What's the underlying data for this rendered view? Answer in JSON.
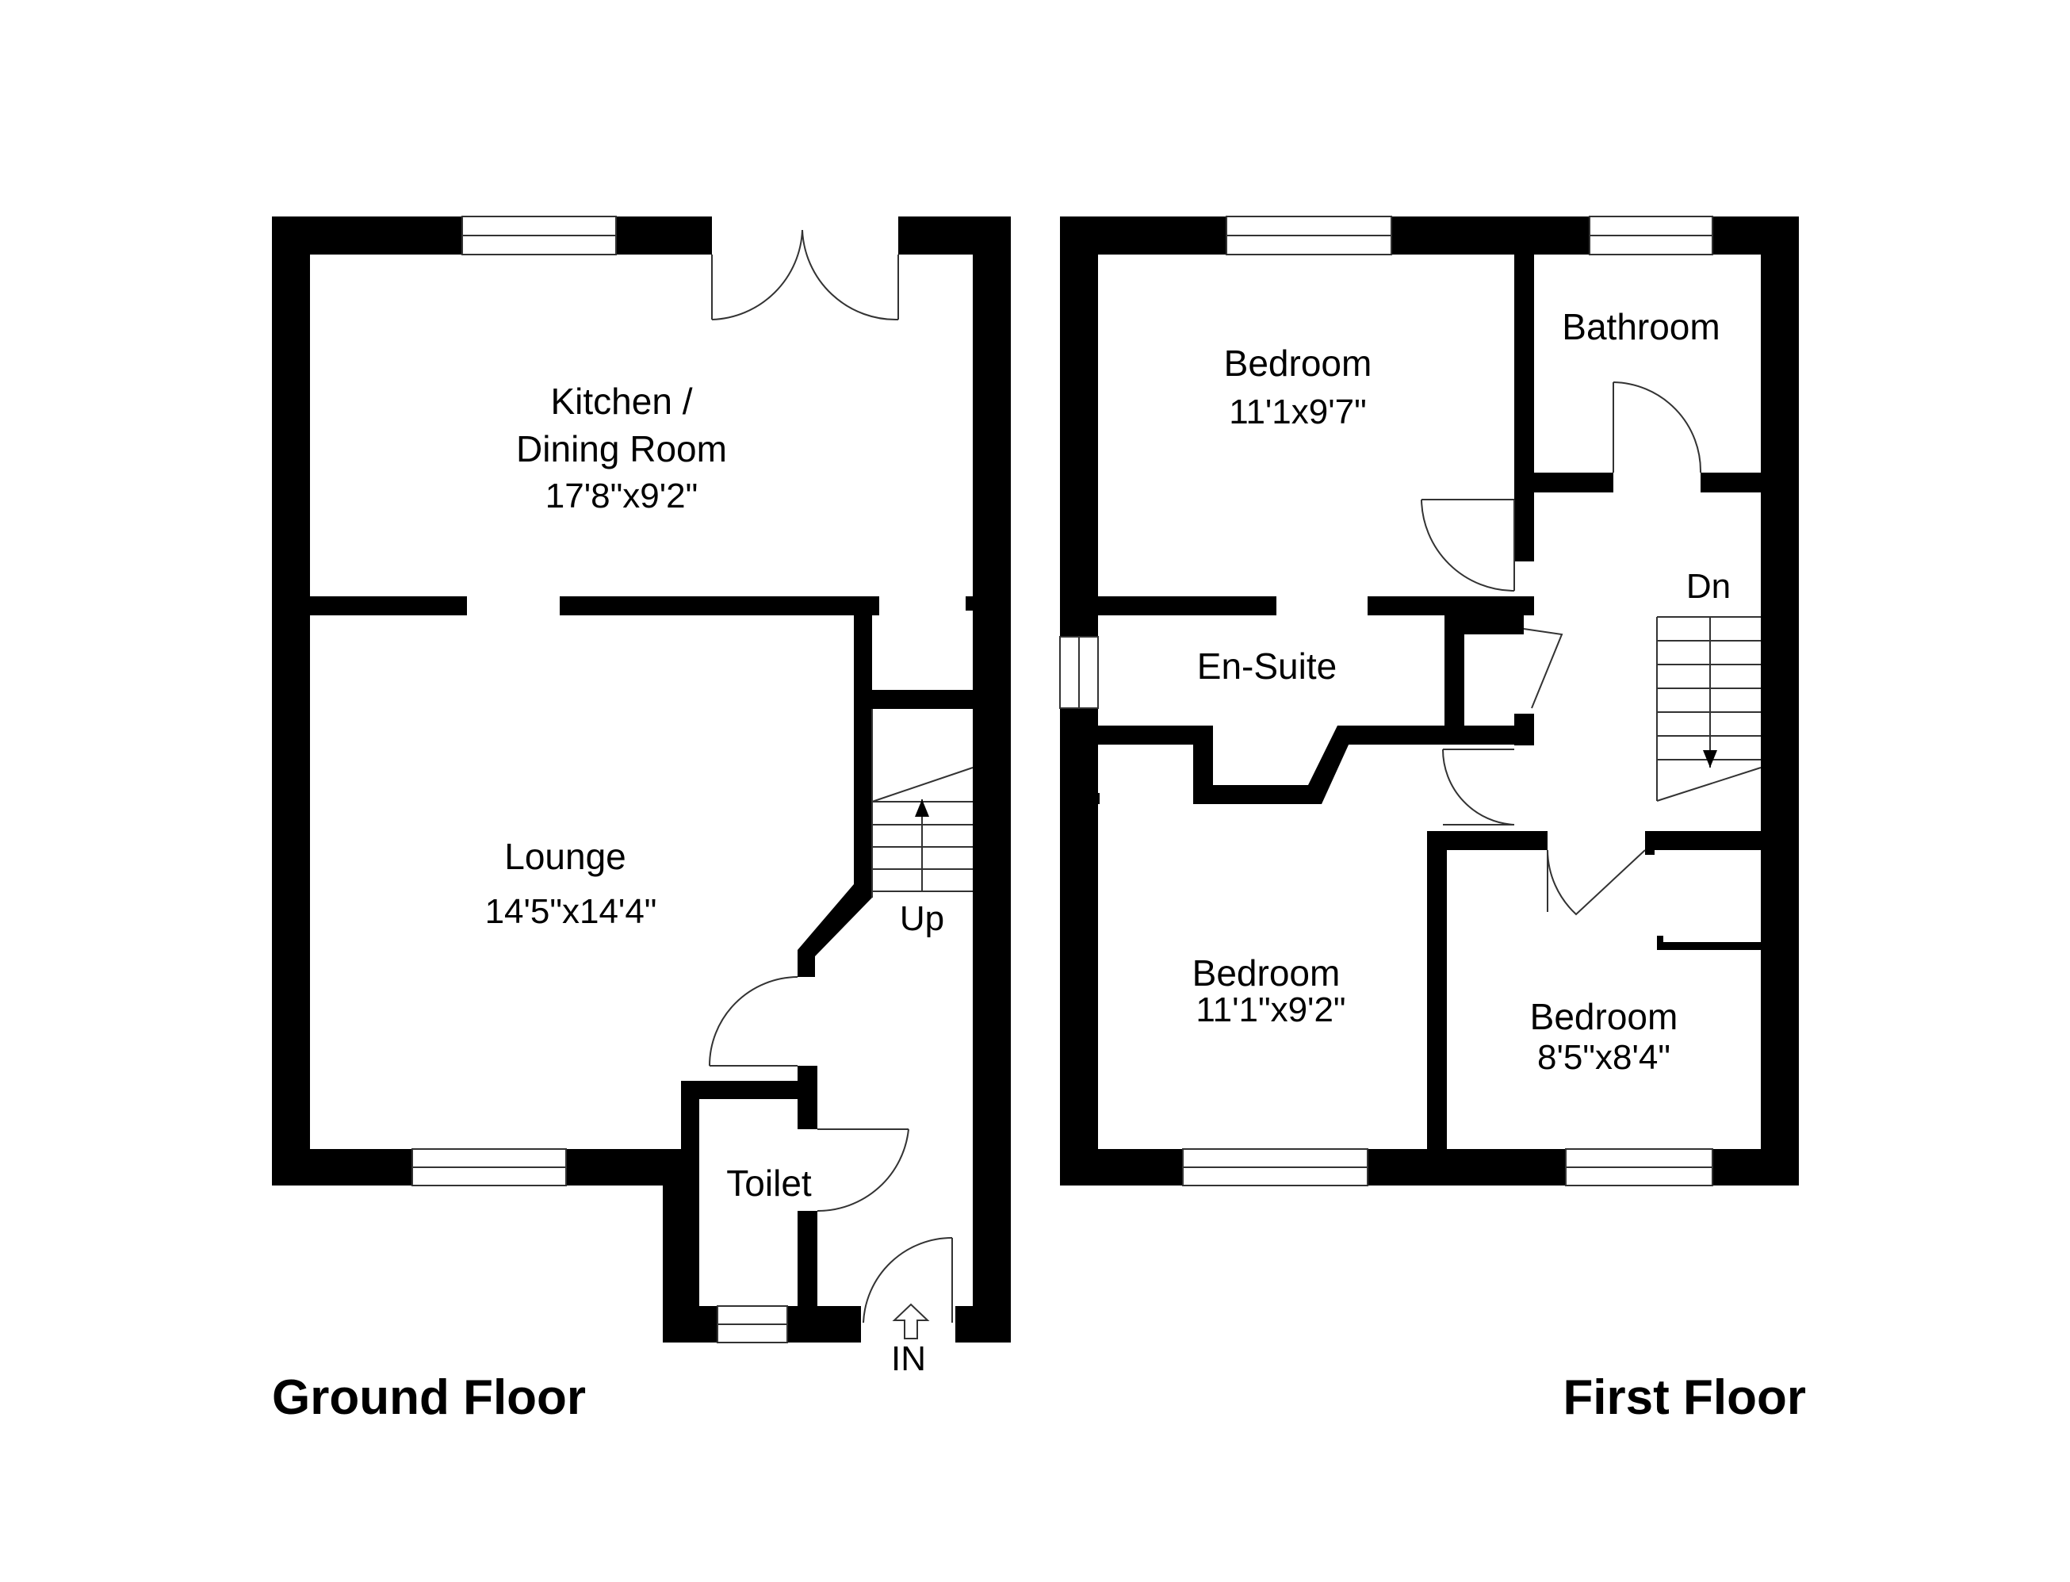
{
  "ground_floor": {
    "title": "Ground Floor",
    "rooms": {
      "kitchen": {
        "line1": "Kitchen /",
        "line2": "Dining Room",
        "size": "17'8\"x9'2\""
      },
      "lounge": {
        "name": "Lounge",
        "size": "14'5\"x14'4\""
      },
      "toilet": {
        "name": "Toilet"
      }
    },
    "stairs_label": "Up",
    "entrance_label": "IN"
  },
  "first_floor": {
    "title": "First Floor",
    "rooms": {
      "bedroom_1": {
        "name": "Bedroom",
        "size": "11'1x9'7\""
      },
      "bathroom": {
        "name": "Bathroom"
      },
      "en_suite": {
        "name": "En-Suite"
      },
      "bedroom_2": {
        "name": "Bedroom",
        "size": "11'1\"x9'2\""
      },
      "bedroom_3": {
        "name": "Bedroom",
        "size": "8'5\"x8'4\""
      }
    },
    "stairs_label": "Dn"
  }
}
